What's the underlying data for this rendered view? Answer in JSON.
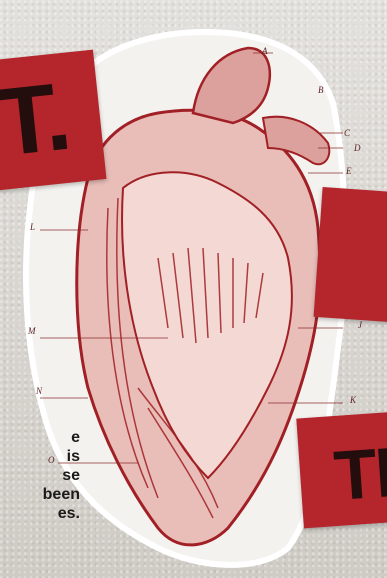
{
  "labels": {
    "a": "A",
    "b": "B",
    "c": "C",
    "d": "D",
    "e": "E",
    "j": "J",
    "k": "K",
    "l": "L",
    "m": "M",
    "n": "N",
    "o": "O"
  },
  "left_text": [
    "e",
    "is",
    "se",
    "been",
    "es."
  ],
  "tags": {
    "top_left": "T.",
    "middle_right": "",
    "bottom_right": "TH"
  }
}
